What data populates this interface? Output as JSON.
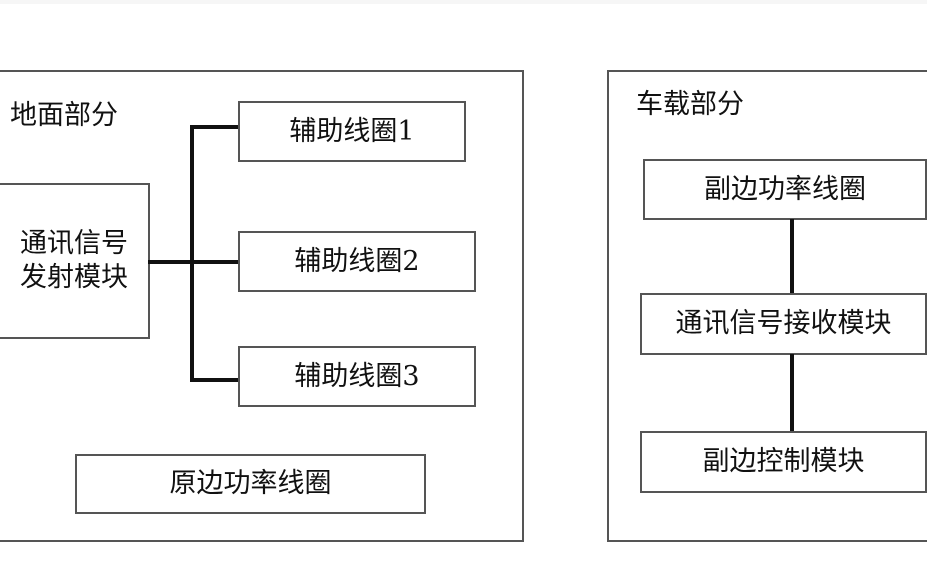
{
  "ground": {
    "title": "地面部分",
    "transmitter_label": "通讯信号发射模块",
    "aux_coils": [
      "辅助线圈1",
      "辅助线圈2",
      "辅助线圈3"
    ],
    "primary_coil_label": "原边功率线圈"
  },
  "vehicle": {
    "title": "车载部分",
    "secondary_coil_label": "副边功率线圈",
    "receiver_label": "通讯信号接收模块",
    "controller_label": "副边控制模块"
  },
  "colors": {
    "border": "#555555",
    "line": "#111111",
    "background": "#ffffff"
  }
}
